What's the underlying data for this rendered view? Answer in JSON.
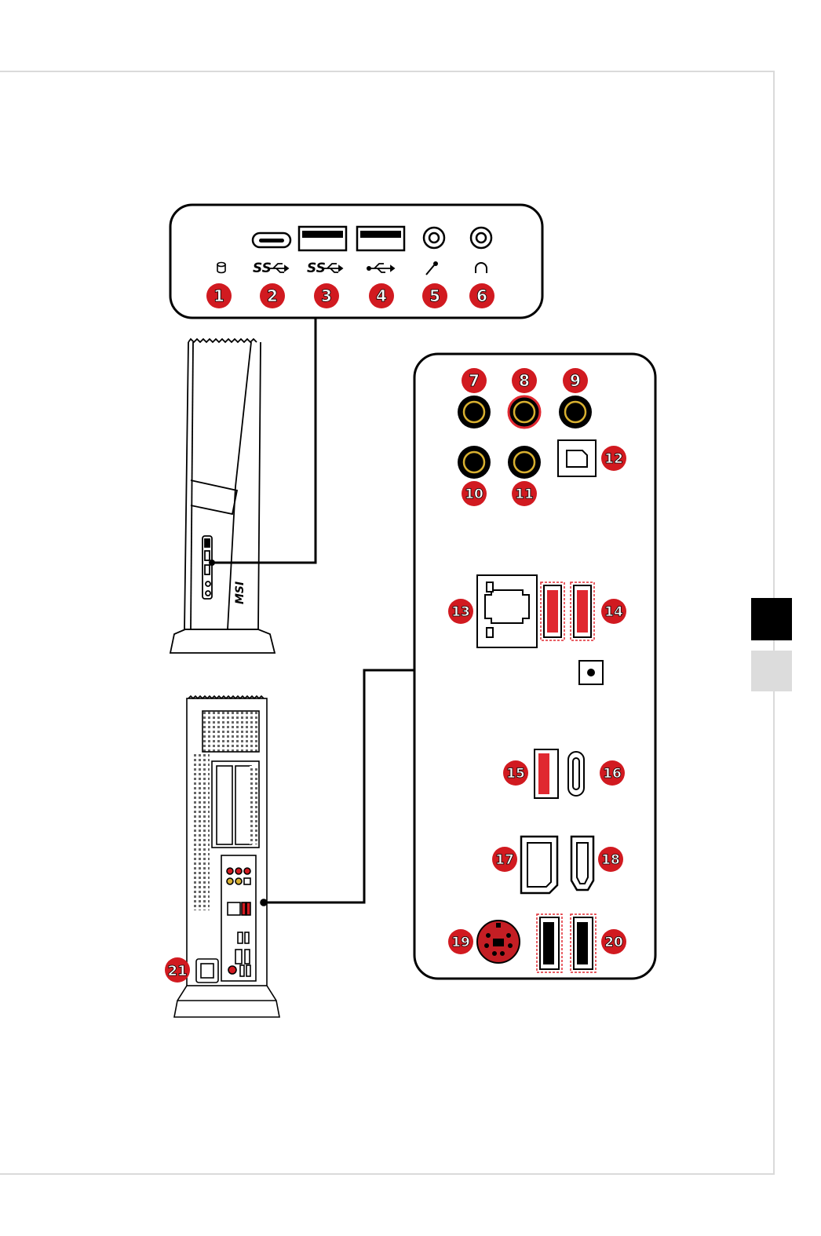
{
  "colors": {
    "badge_red": "#d11a20",
    "port_red": "#e02830",
    "jack_ring": "#d8b030",
    "line": "#000000",
    "frame": "#dadada",
    "tab_dark": "#000000",
    "tab_light": "#dcdcdc"
  },
  "front_panel": {
    "badges": [
      "1",
      "2",
      "3",
      "4",
      "5",
      "6"
    ],
    "icons": [
      "hdd-led-icon",
      "usb-superspeed-icon",
      "usb-superspeed-icon",
      "usb-icon",
      "microphone-icon",
      "headphone-icon"
    ]
  },
  "rear_panel": {
    "badges": [
      "7",
      "8",
      "9",
      "10",
      "11",
      "12",
      "13",
      "14",
      "15",
      "16",
      "17",
      "18",
      "19",
      "20"
    ]
  },
  "chassis_rear": {
    "badge": "21"
  }
}
